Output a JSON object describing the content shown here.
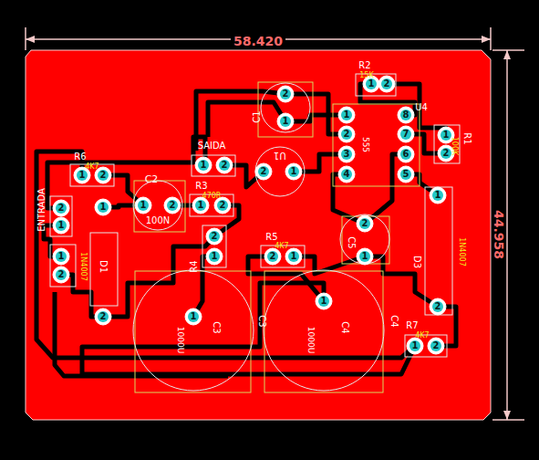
{
  "diagram": {
    "labels": [
      "58.420",
      "44.958",
      "R2",
      "15K",
      "C1",
      "U4",
      "555",
      "R1",
      "100K",
      "SAIDA",
      "U1",
      "R6",
      "4K7",
      "C2",
      "100N",
      "R3",
      "470R",
      "ENTRADA",
      "D1",
      "1N4007",
      "R4",
      "C3",
      "1000U",
      "C4",
      "1000U",
      "R5",
      "4K7",
      "C5",
      "D3",
      "1N4007",
      "R7",
      "4K7",
      "C3",
      "C4",
      "1",
      "2",
      "2",
      "1",
      "1",
      "2",
      "3",
      "4",
      "8",
      "7",
      "6",
      "5",
      "1",
      "2",
      "2",
      "1",
      "1",
      "2",
      "1",
      "2",
      "1",
      "2",
      "1",
      "2",
      "2",
      "1",
      "1",
      "2",
      "1",
      "2",
      "2",
      "1",
      "1",
      "1",
      "2",
      "1",
      "2",
      "1",
      "1",
      "2",
      "1",
      "2"
    ]
  }
}
